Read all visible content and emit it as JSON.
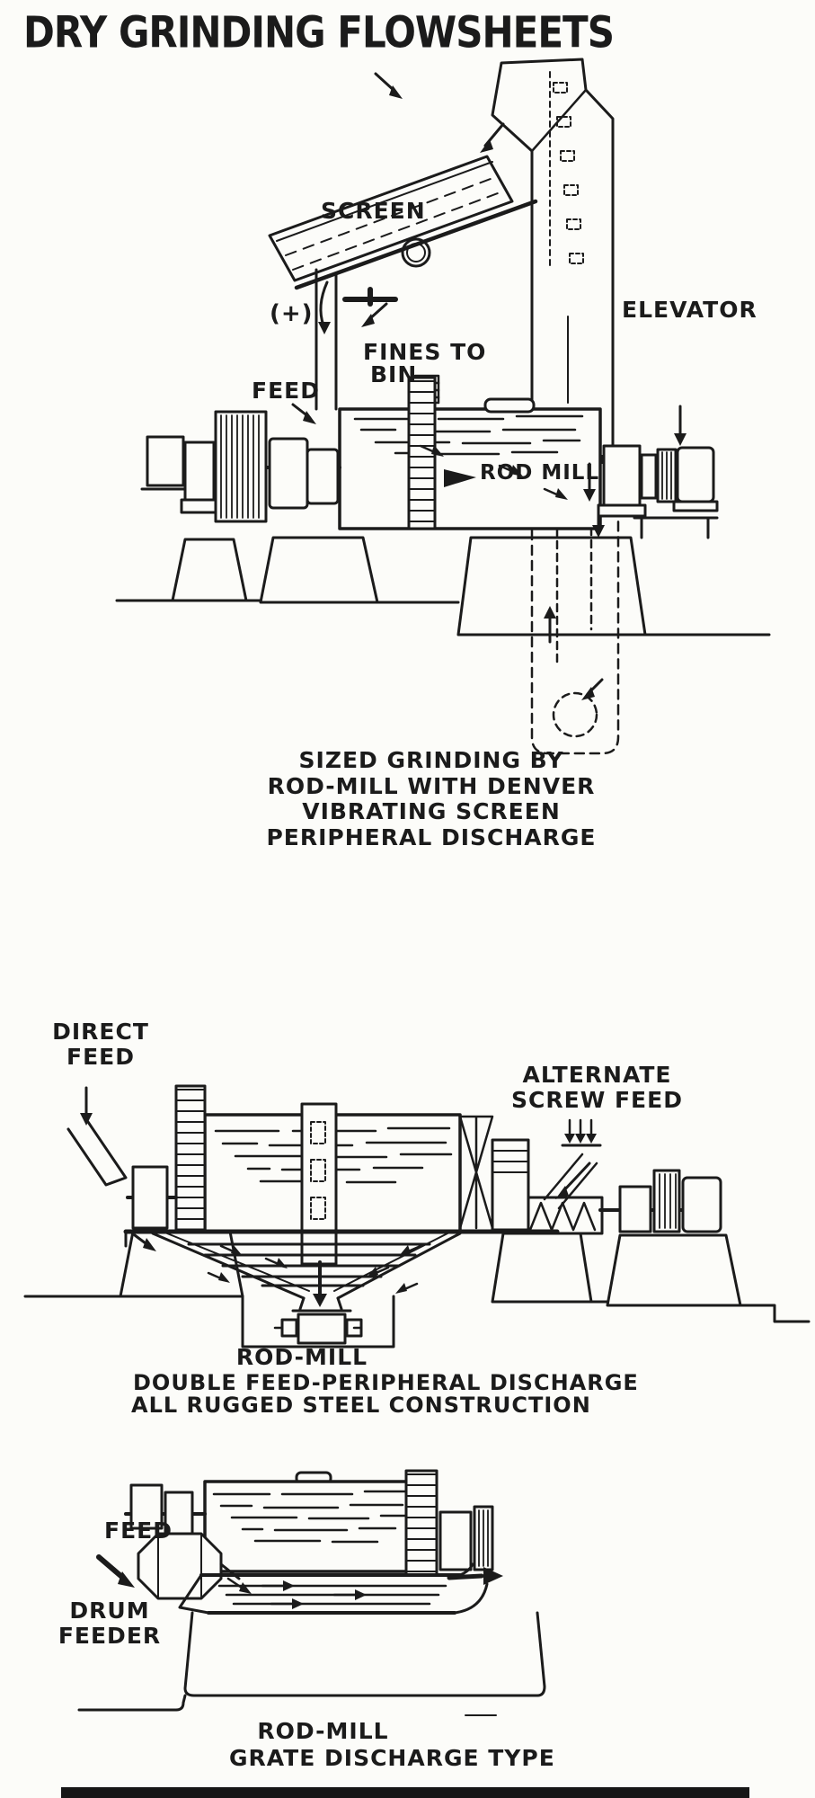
{
  "title": "DRY GRINDING FLOWSHEETS",
  "colors": {
    "ink": "#1b1b1b",
    "paper": "#fcfcf9",
    "bar": "#161616"
  },
  "diagram_sized_grinding": {
    "labels": {
      "screen": "SCREEN",
      "oversize": "(+)",
      "fines_line1": "FINES TO",
      "fines_line2": "BIN",
      "feed": "FEED",
      "rod_mill": "ROD MILL",
      "elevator": "ELEVATOR"
    },
    "caption": {
      "line1": "SIZED GRINDING BY",
      "line2": "ROD-MILL WITH DENVER",
      "line3": "VIBRATING SCREEN",
      "line4": "PERIPHERAL DISCHARGE"
    }
  },
  "diagram_double_feed": {
    "labels": {
      "direct_feed_line1": "DIRECT",
      "direct_feed_line2": "FEED",
      "alternate_feed_line1": "ALTERNATE",
      "alternate_feed_line2": "SCREW FEED"
    },
    "caption": {
      "line1": "ROD-MILL",
      "line2": "DOUBLE FEED-PERIPHERAL DISCHARGE",
      "line3": "ALL RUGGED STEEL CONSTRUCTION"
    }
  },
  "diagram_grate_discharge": {
    "labels": {
      "feed": "FEED",
      "drum_feeder_line1": "DRUM",
      "drum_feeder_line2": "FEEDER"
    },
    "caption": {
      "line1": "ROD-MILL",
      "line2": "GRATE DISCHARGE TYPE"
    }
  }
}
